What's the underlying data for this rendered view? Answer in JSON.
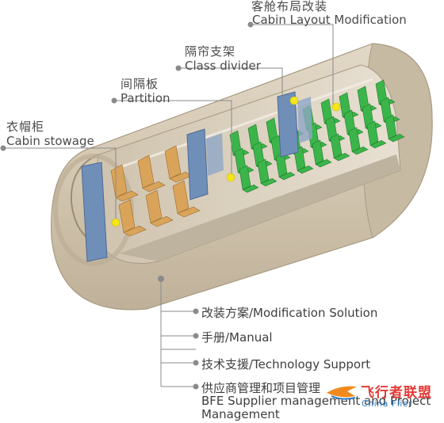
{
  "callouts": {
    "cabin_layout": {
      "zh": "客舱布局改装",
      "en": "Cabin Layout Modification"
    },
    "class_divider": {
      "zh": "隔帘支架",
      "en": "Class divider"
    },
    "partition": {
      "zh": "间隔板",
      "en": "Partition"
    },
    "cabin_stowage": {
      "zh": "衣帽柜",
      "en": "Cabin stowage"
    }
  },
  "services": [
    "改装方案/Modification Solution",
    "手册/Manual",
    "技术支援/Technology Support",
    "供应商管理和项目管理",
    "BFE Supplier management and Project",
    "Management"
  ],
  "watermark": {
    "zh": "飞行者联盟",
    "en": "China Flier"
  },
  "colors": {
    "fuselage": "#d7cbb7",
    "fuselage_dark": "#b8aa92",
    "seat_green": "#3bb54a",
    "seat_tan": "#d9a45a",
    "partition_blue": "#6e8fb8",
    "marker": "#f5e51b",
    "leader_line": "#8a8a8a"
  }
}
